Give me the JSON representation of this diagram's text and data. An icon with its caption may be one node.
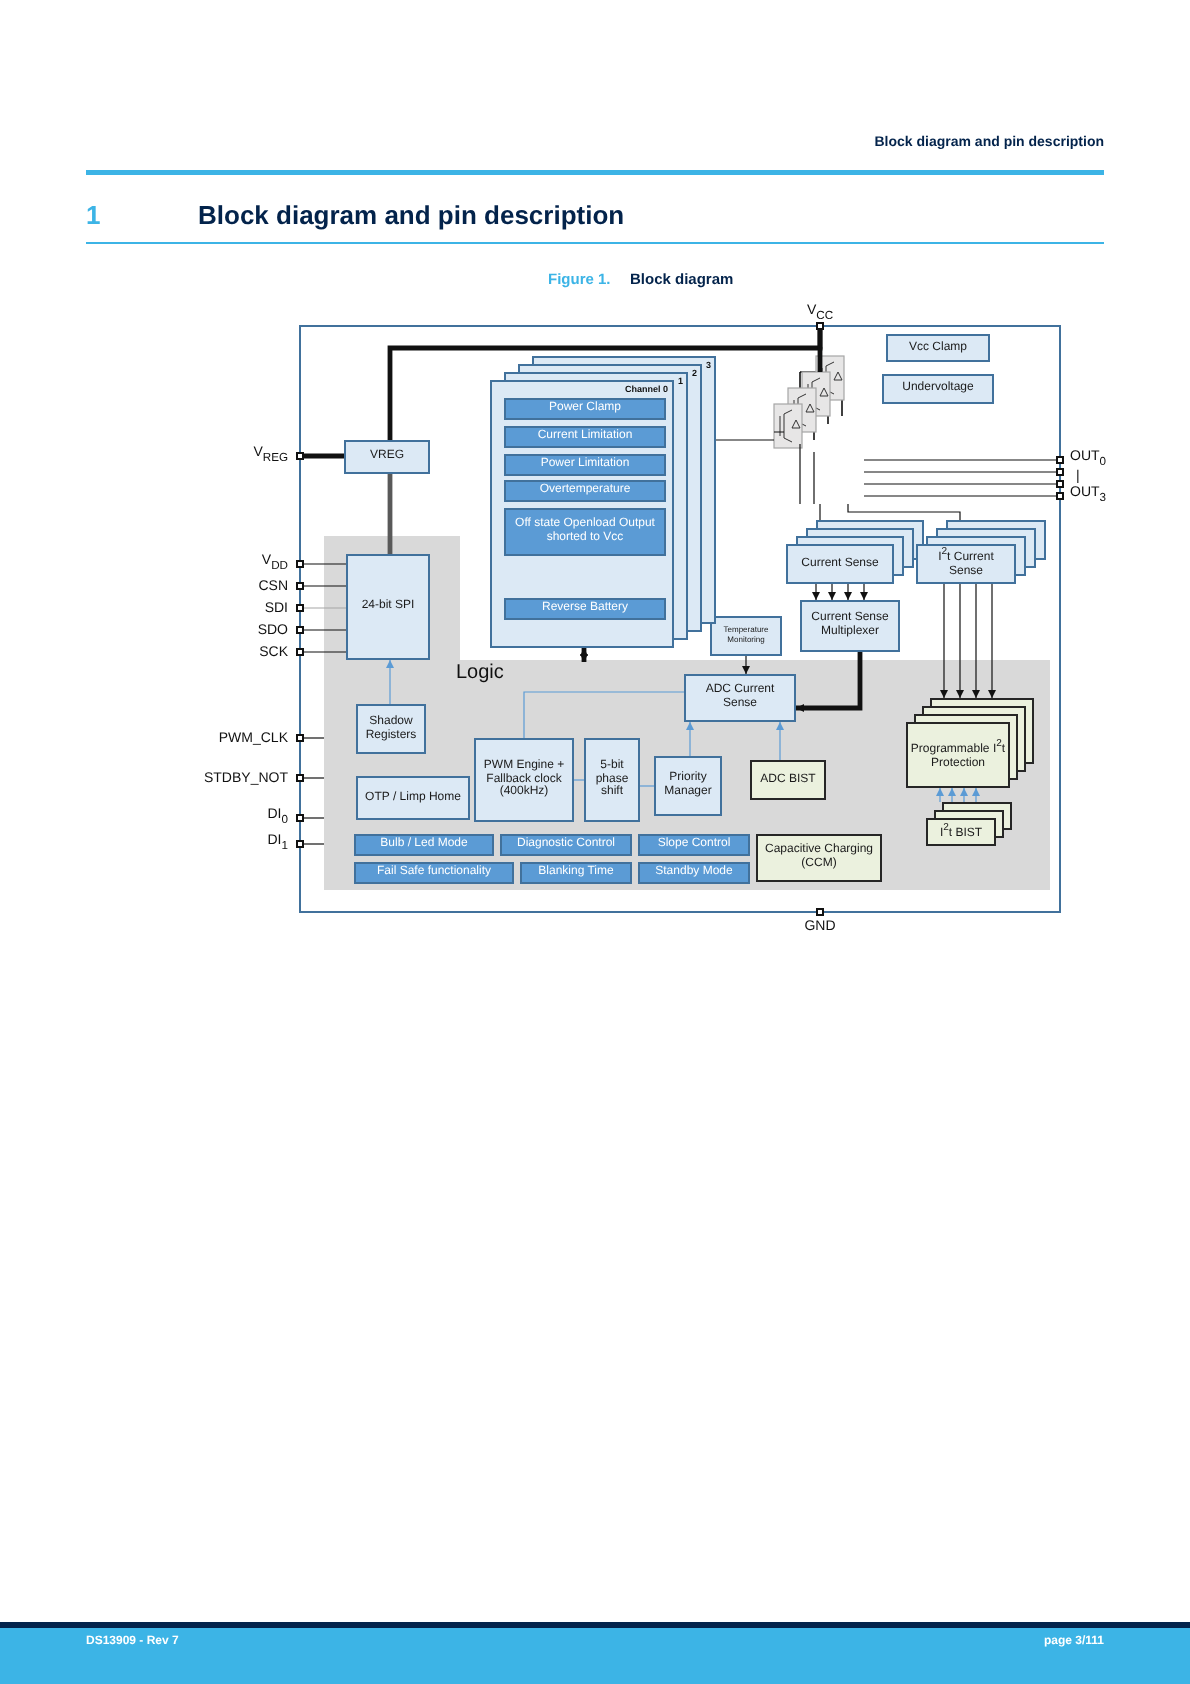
{
  "diagram": {
    "nodes": [
      {
        "text": [
          "V$_{CC}$"
        ]
      },
      {
        "text": [
          "V$_{REG}$"
        ]
      },
      {
        "text": [
          "VREG"
        ]
      },
      {
        "text": [
          "V$_{DD}$"
        ]
      },
      {
        "text": [
          "CSN"
        ]
      },
      {
        "text": [
          "SDI"
        ]
      },
      {
        "text": [
          "SDO"
        ]
      },
      {
        "text": [
          "SCK"
        ]
      },
      {
        "text": [
          "Logic"
        ]
      },
      {
        "text": [
          "24-bit SPI"
        ],
        "in": 8
      },
      {
        "text": [
          "Shadow Registers"
        ],
        "in": 8
      },
      {
        "text": [
          "PWM_CLK"
        ]
      },
      {
        "text": [
          "STDBY_NOT"
        ]
      },
      {
        "text": [
          "DI$_{0}$"
        ]
      },
      {
        "text": [
          "DI$_{1}$"
        ]
      },
      {
        "text": [
          "OTP / Limp Home"
        ],
        "in": 8
      },
      {
        "text": [
          "PWM Engine + Fallback clock (400kHz)"
        ],
        "in": 8
      },
      {
        "text": [
          "5-bit phase shift"
        ],
        "in": 8
      },
      {
        "text": [
          "Priority Manager"
        ],
        "in": 8
      },
      {
        "text": [
          "ADC Current Sense"
        ],
        "in": 8
      },
      {
        "text": [
          "ADC BIST"
        ],
        "in": 8
      },
      {
        "text": [
          "Temperature Monitoring"
        ]
      },
      {
        "text": [
          "Channel 0"
        ],
        "beside": [
          "1",
          "2",
          "3"
        ]
      },
      {
        "text": [
          "Power Clamp"
        ],
        "in": 22
      },
      {
        "text": [
          "Current Limitation"
        ],
        "in": 22
      },
      {
        "text": [
          "Power Limitation"
        ],
        "in": 22
      },
      {
        "text": [
          "Overtemperature"
        ],
        "in": 22
      },
      {
        "text": [
          "Off state Openload Output shorted to Vcc"
        ],
        "in": 22
      },
      {
        "text": [
          "Reverse Battery"
        ],
        "in": 22
      },
      {
        "text": [
          "Vcc Clamp"
        ]
      },
      {
        "text": [
          "Undervoltage"
        ]
      },
      {
        "text": [],
        "shape": "picture"
      },
      {
        "text": [
          "Current Sense"
        ]
      },
      {
        "text": [
          "I$^{2}$t Current Sense"
        ]
      },
      {
        "text": [
          "Current Sense Multiplexer"
        ]
      },
      {
        "text": [
          "Programmable I$^{2}$t Protection"
        ],
        "in": 8
      },
      {
        "text": [
          "I$^{2}$t BIST"
        ],
        "in": 8
      },
      {
        "text": [
          "OUT$_{0}$"
        ]
      },
      {
        "text": [],
        "shape": "box"
      },
      {
        "text": [],
        "shape": "box"
      },
      {
        "text": [
          "OUT$_{3}$"
        ]
      },
      {
        "text": [
          "Bulb / Led Mode"
        ],
        "in": 8
      },
      {
        "text": [
          "Diagnostic Control"
        ],
        "in": 8
      },
      {
        "text": [
          "Slope Control"
        ],
        "in": 8
      },
      {
        "text": [
          "Fail Safe functionality"
        ],
        "in": 8
      },
      {
        "text": [
          "Blanking Time"
        ],
        "in": 8
      },
      {
        "text": [
          "Standby Mode"
        ],
        "in": 8
      },
      {
        "text": [
          "Capacitive Charging (CCM)"
        ],
        "in": 8
      },
      {
        "text": [
          "GND"
        ]
      }
    ],
    "edges": [
      {
        "from": 0,
        "to": 2,
        "arrow": "none",
        "style": "thick"
      },
      {
        "from": 0,
        "to": 31,
        "arrow": "none",
        "style": "thick"
      },
      {
        "from": 1,
        "to": 2,
        "arrow": "none",
        "style": "thick"
      },
      {
        "from": 2,
        "to": 9,
        "arrow": "none",
        "style": "thick",
        "color": "#595959"
      },
      {
        "from": 3,
        "to": 9,
        "arrow": "none"
      },
      {
        "from": 4,
        "to": 9,
        "arrow": "none"
      },
      {
        "from": 5,
        "to": 9,
        "arrow": "none",
        "color": "#a6a6a6"
      },
      {
        "from": 6,
        "to": 9,
        "arrow": "none"
      },
      {
        "from": 7,
        "to": 9,
        "arrow": "none"
      },
      {
        "from": 10,
        "to": 9,
        "arrow": "to",
        "color": "#5b9bd5"
      },
      {
        "from": 11,
        "to": 8,
        "arrow": "none"
      },
      {
        "from": 12,
        "to": 8,
        "arrow": "none"
      },
      {
        "from": 13,
        "to": 8,
        "arrow": "none"
      },
      {
        "from": 14,
        "to": 8,
        "arrow": "none"
      },
      {
        "from": 22,
        "to": 8,
        "arrow": "both",
        "style": "thick"
      },
      {
        "from": 22,
        "to": 31,
        "arrow": "none"
      },
      {
        "from": 16,
        "to": 19,
        "arrow": "none",
        "color": "#5b9bd5"
      },
      {
        "from": 16,
        "to": 17,
        "arrow": "none",
        "color": "#5b9bd5"
      },
      {
        "from": 17,
        "to": 18,
        "arrow": "none",
        "color": "#5b9bd5"
      },
      {
        "from": 18,
        "to": 19,
        "arrow": "to",
        "color": "#5b9bd5"
      },
      {
        "from": 20,
        "to": 19,
        "arrow": "to",
        "color": "#5b9bd5"
      },
      {
        "from": 21,
        "to": 19,
        "arrow": "to"
      },
      {
        "from": 34,
        "to": 19,
        "arrow": "to",
        "style": "thick"
      },
      {
        "from": 32,
        "to": 34,
        "arrow": "to"
      },
      {
        "from": 32,
        "to": 34,
        "arrow": "to"
      },
      {
        "from": 32,
        "to": 34,
        "arrow": "to"
      },
      {
        "from": 32,
        "to": 34,
        "arrow": "to"
      },
      {
        "from": 33,
        "to": 35,
        "arrow": "to"
      },
      {
        "from": 33,
        "to": 35,
        "arrow": "to"
      },
      {
        "from": 33,
        "to": 35,
        "arrow": "to"
      },
      {
        "from": 33,
        "to": 35,
        "arrow": "to"
      },
      {
        "from": 36,
        "to": 35,
        "arrow": "to",
        "color": "#5b9bd5"
      },
      {
        "from": 36,
        "to": 35,
        "arrow": "to",
        "color": "#5b9bd5"
      },
      {
        "from": 36,
        "to": 35,
        "arrow": "to",
        "color": "#5b9bd5"
      },
      {
        "from": 36,
        "to": 35,
        "arrow": "to",
        "color": "#5b9bd5"
      },
      {
        "from": 31,
        "to": 37,
        "arrow": "none"
      },
      {
        "from": 31,
        "to": 38,
        "arrow": "none"
      },
      {
        "from": 31,
        "to": 39,
        "arrow": "none"
      },
      {
        "from": 31,
        "to": 40,
        "arrow": "none"
      },
      {
        "from": 31,
        "to": 32,
        "arrow": "none"
      },
      {
        "from": 31,
        "to": 33,
        "arrow": "none"
      }
    ],
    "labels": [
      "Block diagram and pin description",
      "1",
      "Block diagram and pin description",
      "Figure 1.",
      "Block diagram",
      "|",
      "DS13909 - Rev 7",
      "page 3/111"
    ]
  }
}
